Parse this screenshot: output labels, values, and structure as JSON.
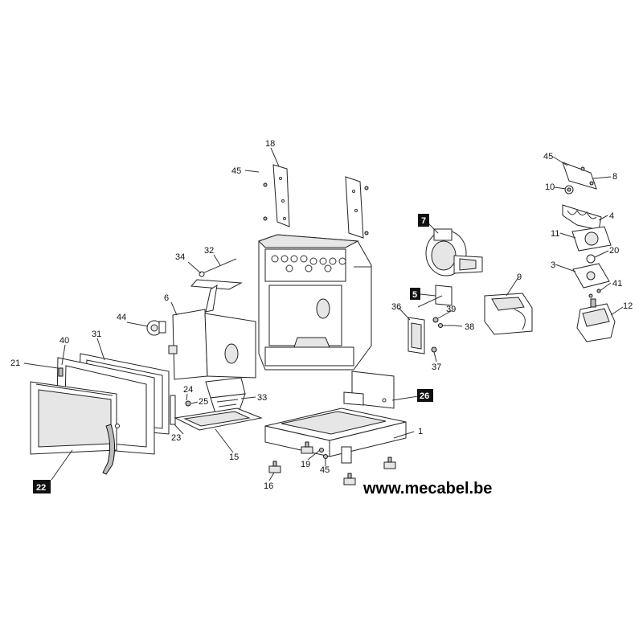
{
  "website": "www.mecabel.be",
  "labels": {
    "l1": "1",
    "l3": "3",
    "l4": "4",
    "l5": "5",
    "l6": "6",
    "l7": "7",
    "l8": "8",
    "l9": "9",
    "l10": "10",
    "l11": "11",
    "l12": "12",
    "l15": "15",
    "l16": "16",
    "l18": "18",
    "l19": "19",
    "l20": "20",
    "l21": "21",
    "l22": "22",
    "l23": "23",
    "l24": "24",
    "l25": "25",
    "l26": "26",
    "l31": "31",
    "l32": "32",
    "l33": "33",
    "l34": "34",
    "l36": "36",
    "l37": "37",
    "l38": "38",
    "l39": "39",
    "l40": "40",
    "l41": "41",
    "l44": "44",
    "l45a": "45",
    "l45b": "45",
    "l45c": "45"
  }
}
